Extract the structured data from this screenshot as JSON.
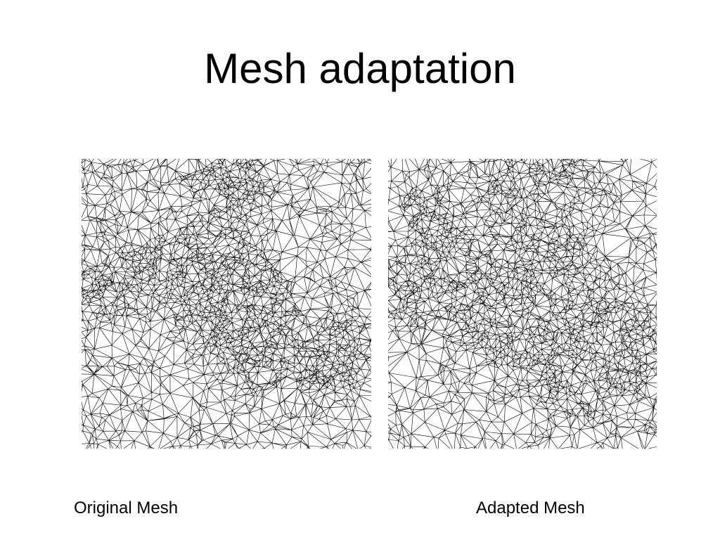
{
  "slide": {
    "title": "Mesh adaptation"
  },
  "figures": [
    {
      "caption": "Original Mesh",
      "mesh": "uniform refinement around a tilted block"
    },
    {
      "caption": "Adapted Mesh",
      "mesh": "refinement clustered along a V-shaped feature"
    }
  ],
  "colors": {
    "background": "#ffffff",
    "mesh_line": "#000000",
    "text": "#000000"
  }
}
